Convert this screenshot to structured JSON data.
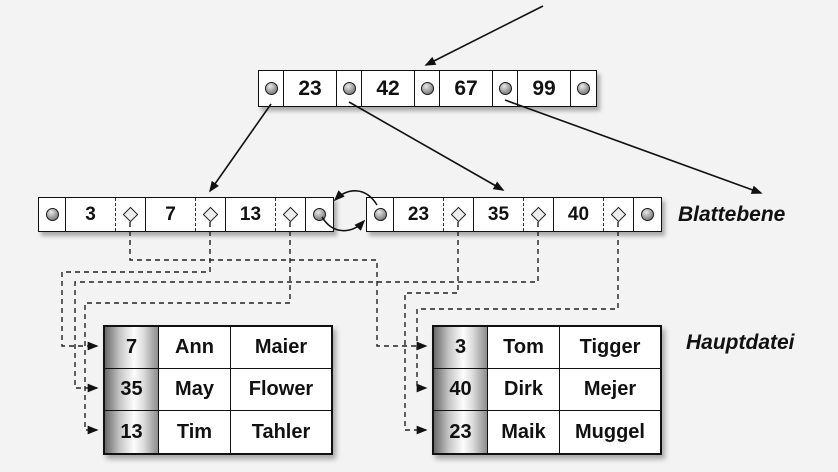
{
  "colors": {
    "background": "#f3f3f3",
    "node_fill": "#ffffff",
    "line": "#111111",
    "key_column_gradient": [
      "#6a6a6a",
      "#fdfdfd",
      "#8d8d8d"
    ]
  },
  "icons": {
    "node_pointer": "filled-circle",
    "record_pointer": "diamond-outline",
    "link_arrows": "curved-double-arrow"
  },
  "tree": {
    "root": {
      "keys": [
        "23",
        "42",
        "67",
        "99"
      ]
    },
    "leaf_left": {
      "keys": [
        "3",
        "7",
        "13"
      ]
    },
    "leaf_right": {
      "keys": [
        "23",
        "35",
        "40"
      ]
    }
  },
  "labels": {
    "leaf_level": "Blattebene",
    "main_file": "Hauptdatei"
  },
  "tables": {
    "left": {
      "rows": [
        {
          "key": "7",
          "first": "Ann",
          "last": "Maier"
        },
        {
          "key": "35",
          "first": "May",
          "last": "Flower"
        },
        {
          "key": "13",
          "first": "Tim",
          "last": "Tahler"
        }
      ]
    },
    "right": {
      "rows": [
        {
          "key": "3",
          "first": "Tom",
          "last": "Tigger"
        },
        {
          "key": "40",
          "first": "Dirk",
          "last": "Mejer"
        },
        {
          "key": "23",
          "first": "Maik",
          "last": "Muggel"
        }
      ]
    }
  }
}
